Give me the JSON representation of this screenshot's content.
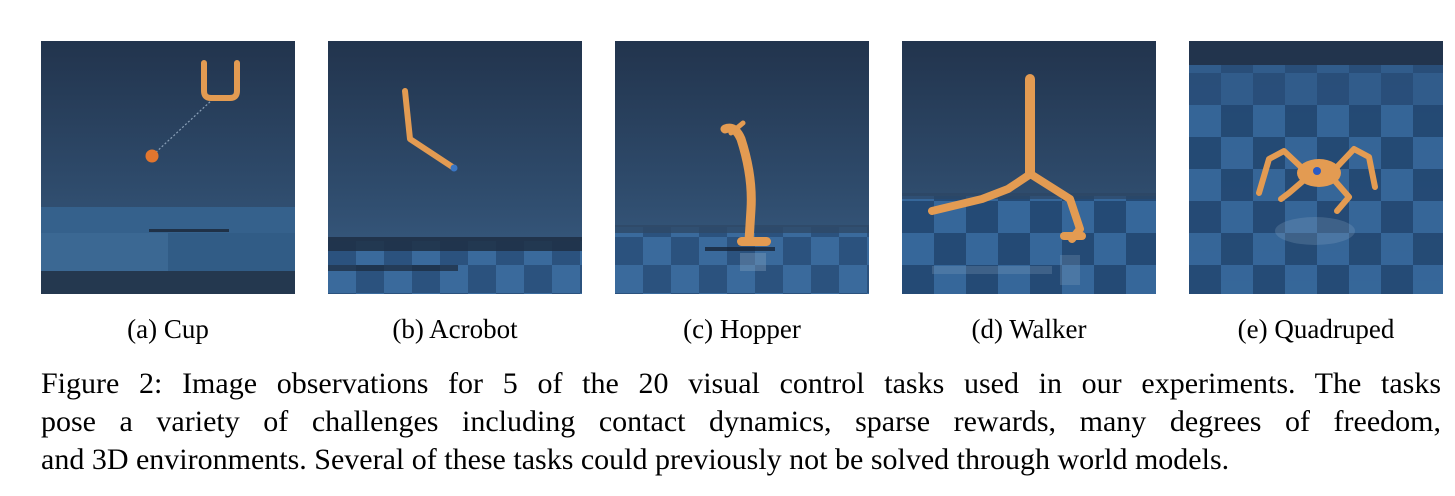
{
  "figure": {
    "panels": [
      {
        "caption": "(a) Cup"
      },
      {
        "caption": "(b) Acrobot"
      },
      {
        "caption": "(c) Hopper"
      },
      {
        "caption": "(d) Walker"
      },
      {
        "caption": "(e) Quadruped"
      }
    ],
    "caption_lines": [
      "Figure 2: Image observations for 5 of the 20 visual control tasks used in our experiments. The tasks",
      "pose a variety of challenges including contact dynamics, sparse rewards, many degrees of freedom,",
      "and 3D environments. Several of these tasks could previously not be solved through world models."
    ]
  }
}
